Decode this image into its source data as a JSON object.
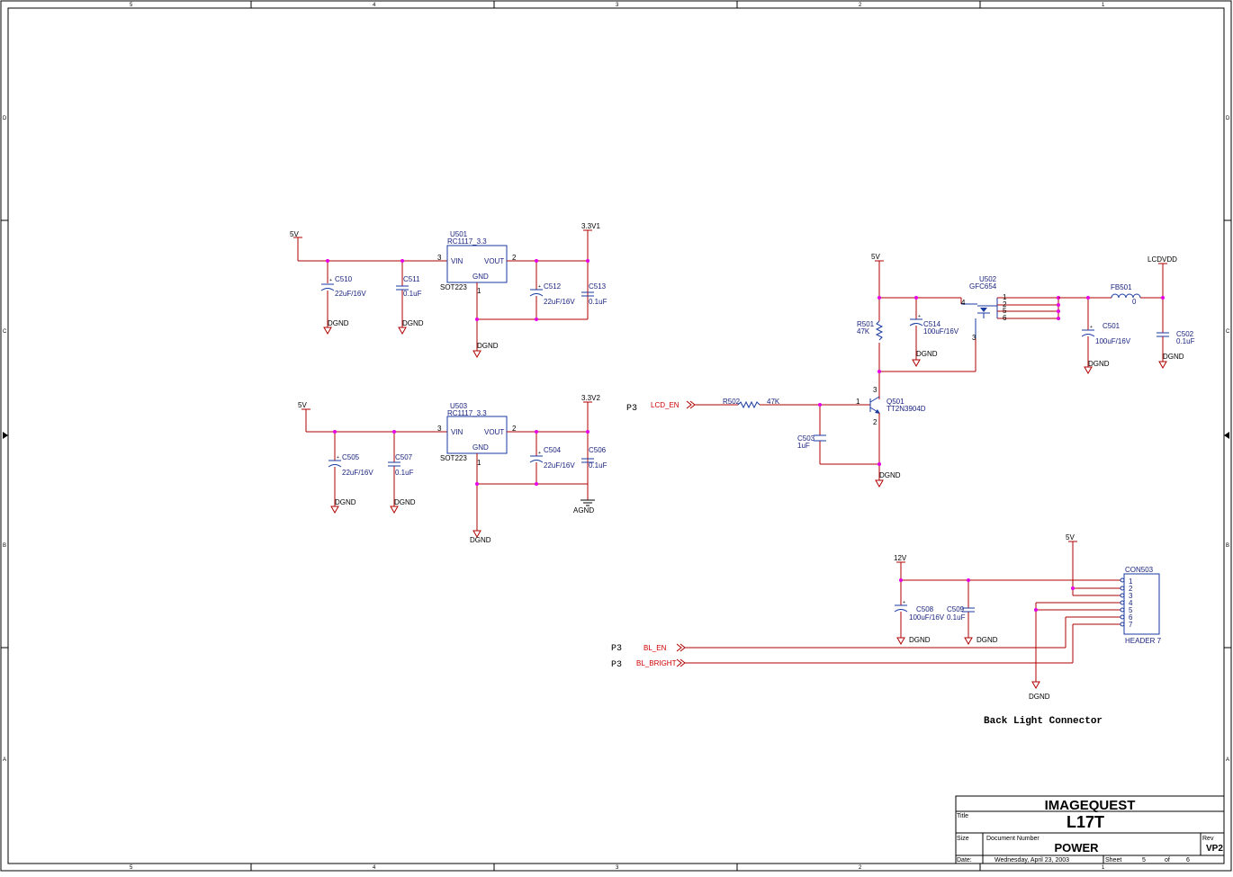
{
  "border": {
    "columns": [
      "5",
      "4",
      "3",
      "2",
      "1"
    ],
    "rows": [
      "D",
      "C",
      "B",
      "A"
    ]
  },
  "regulator_top": {
    "input_net": "5V",
    "output_net": "3.3V1",
    "ic_ref": "U501",
    "ic_part": "RC1117_3.3",
    "ic_pkg": "SOT223",
    "pin_vin": "VIN",
    "pin_vout": "VOUT",
    "pin_gnd": "GND",
    "pin_in_no": "3",
    "pin_out_no": "2",
    "pin_gnd_no": "1",
    "c_in_bulk_ref": "C510",
    "c_in_bulk_val": "22uF/16V",
    "c_in_ref": "C511",
    "c_in_val": "0.1uF",
    "c_out_bulk_ref": "C512",
    "c_out_bulk_val": "22uF/16V",
    "c_out_ref": "C513",
    "c_out_val": "0.1uF",
    "gnd1": "DGND",
    "gnd2": "DGND",
    "gnd3": "DGND"
  },
  "regulator_bottom": {
    "input_net": "5V",
    "output_net": "3.3V2",
    "ic_ref": "U503",
    "ic_part": "RC1117_3.3",
    "ic_pkg": "SOT223",
    "pin_vin": "VIN",
    "pin_vout": "VOUT",
    "pin_gnd": "GND",
    "pin_in_no": "3",
    "pin_out_no": "2",
    "pin_gnd_no": "1",
    "c_in_bulk_ref": "C505",
    "c_in_bulk_val": "22uF/16V",
    "c_in_ref": "C507",
    "c_in_val": "0.1uF",
    "c_out_bulk_ref": "C504",
    "c_out_bulk_val": "22uF/16V",
    "c_out_ref": "C506",
    "c_out_val": "0.1uF",
    "gnd1": "DGND",
    "gnd2": "DGND",
    "gnd3": "DGND",
    "agnd": "AGND"
  },
  "lcd_switch": {
    "supply": "5V",
    "output": "LCDVDD",
    "mosfet_ref": "U502",
    "mosfet_part": "GFC654",
    "pins": [
      "1",
      "2",
      "5",
      "6"
    ],
    "gate_pin": "3",
    "pin4": "4",
    "r_pull_ref": "R501",
    "r_pull_val": "47K",
    "c_bulk_ref": "C514",
    "c_bulk_val": "100uF/16V",
    "fb_ref": "FB501",
    "fb_val": "0",
    "c_out1_ref": "C501",
    "c_out1_val": "100uF/16V",
    "c_out2_ref": "C502",
    "c_out2_val": "0.1uF",
    "port_page": "P3",
    "port_name": "LCD_EN",
    "r_base_ref": "R502",
    "r_base_val": "47K",
    "q_ref": "Q501",
    "q_part": "TT2N3904D",
    "q_pin_b": "1",
    "q_pin_c": "3",
    "q_pin_e": "2",
    "c_base_ref": "C503",
    "c_base_val": "1uF",
    "gnds": [
      "DGND",
      "DGND",
      "DGND",
      "DGND"
    ]
  },
  "backlight": {
    "v12": "12V",
    "v5": "5V",
    "conn_ref": "CON503",
    "conn_part": "HEADER 7",
    "pins": [
      "1",
      "2",
      "3",
      "4",
      "5",
      "6",
      "7"
    ],
    "c_bulk_ref": "C508",
    "c_bulk_val": "100uF/16V",
    "c_ref": "C509",
    "c_val": "0.1uF",
    "gnd1": "DGND",
    "gnd2": "DGND",
    "gnd3": "DGND",
    "port_en_page": "P3",
    "port_en": "BL_EN",
    "port_br_page": "P3",
    "port_br": "BL_BRIGHT",
    "caption": "Back Light Connector"
  },
  "title_block": {
    "company": "IMAGEQUEST",
    "model": "L17T",
    "title_label": "Title",
    "size_label": "Size",
    "docnum_label": "Document Number",
    "doc_title": "POWER",
    "rev_label": "Rev",
    "rev": "VP2",
    "date_label": "Date:",
    "date": "Wednesday, April 23, 2003",
    "sheet_label": "Sheet",
    "sheet": "5",
    "of_label": "of",
    "total": "6"
  }
}
